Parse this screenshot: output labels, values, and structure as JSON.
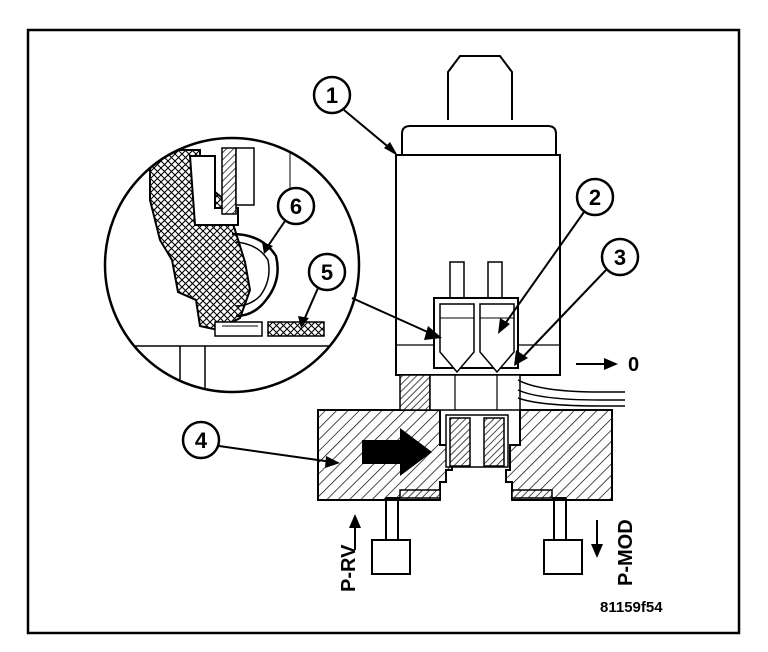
{
  "figure_id": "81159f54",
  "callouts": [
    "1",
    "2",
    "3",
    "4",
    "5",
    "6"
  ],
  "labels": {
    "outlet": "0",
    "p_rv": "P-RV",
    "p_mod": "P-MOD"
  },
  "colors": {
    "ink": "#000000",
    "paper": "#ffffff"
  }
}
